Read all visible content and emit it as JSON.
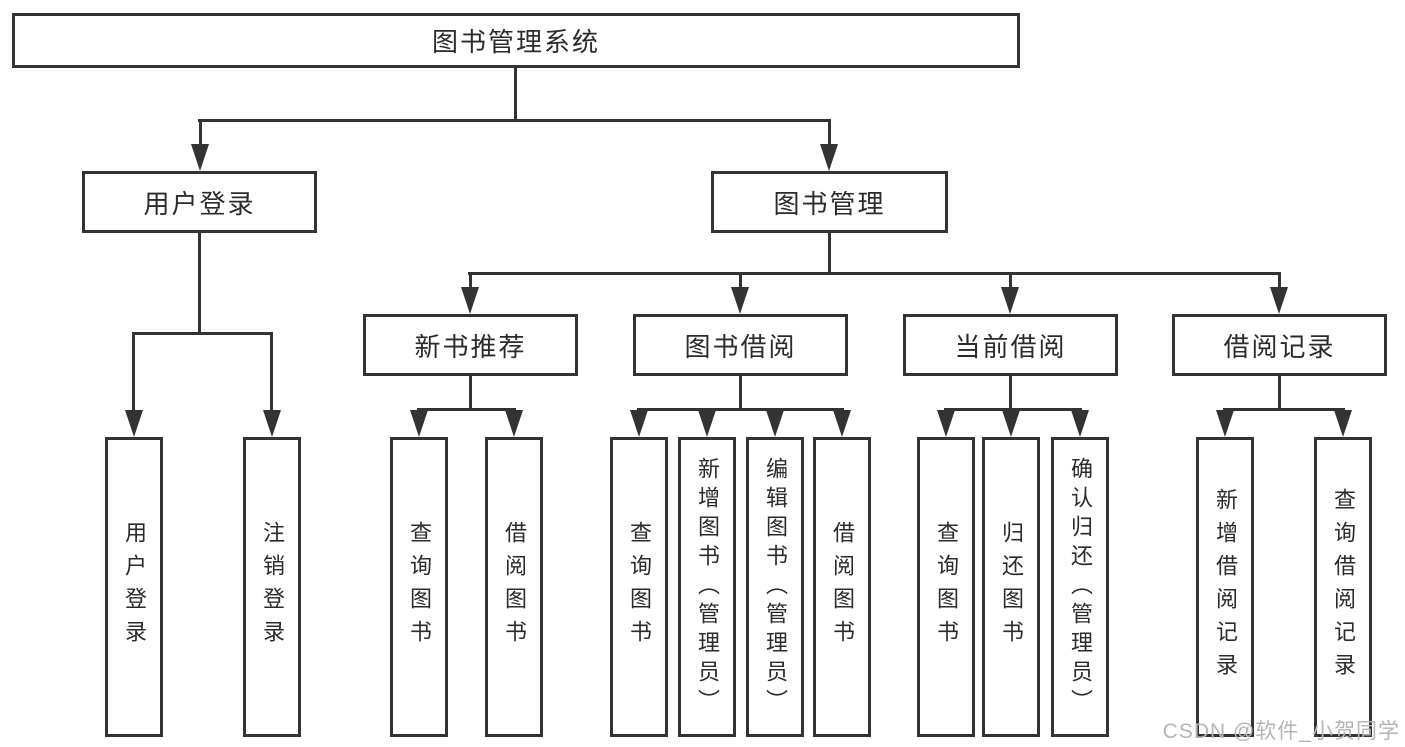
{
  "diagram": {
    "title": "图书管理系统",
    "tree": {
      "root": {
        "label": "图书管理系统",
        "children": [
          {
            "label": "用户登录",
            "children": [
              {
                "label": "用户登录"
              },
              {
                "label": "注销登录"
              }
            ]
          },
          {
            "label": "图书管理",
            "children": [
              {
                "label": "新书推荐",
                "children": [
                  {
                    "label": "查询图书"
                  },
                  {
                    "label": "借阅图书"
                  }
                ]
              },
              {
                "label": "图书借阅",
                "children": [
                  {
                    "label": "查询图书"
                  },
                  {
                    "label": "新增图书（管理员）"
                  },
                  {
                    "label": "编辑图书（管理员）"
                  },
                  {
                    "label": "借阅图书"
                  }
                ]
              },
              {
                "label": "当前借阅",
                "children": [
                  {
                    "label": "查询图书"
                  },
                  {
                    "label": "归还图书"
                  },
                  {
                    "label": "确认归还（管理员）"
                  }
                ]
              },
              {
                "label": "借阅记录",
                "children": [
                  {
                    "label": "新增借阅记录"
                  },
                  {
                    "label": "查询借阅记录"
                  }
                ]
              }
            ]
          }
        ]
      }
    },
    "colors": {
      "line": "#333333",
      "box_border": "#333333",
      "text": "#2b2b2b",
      "watermark": "#b5b5b5",
      "background": "#ffffff"
    },
    "watermark": "CSDN @软件_小贺同学"
  }
}
